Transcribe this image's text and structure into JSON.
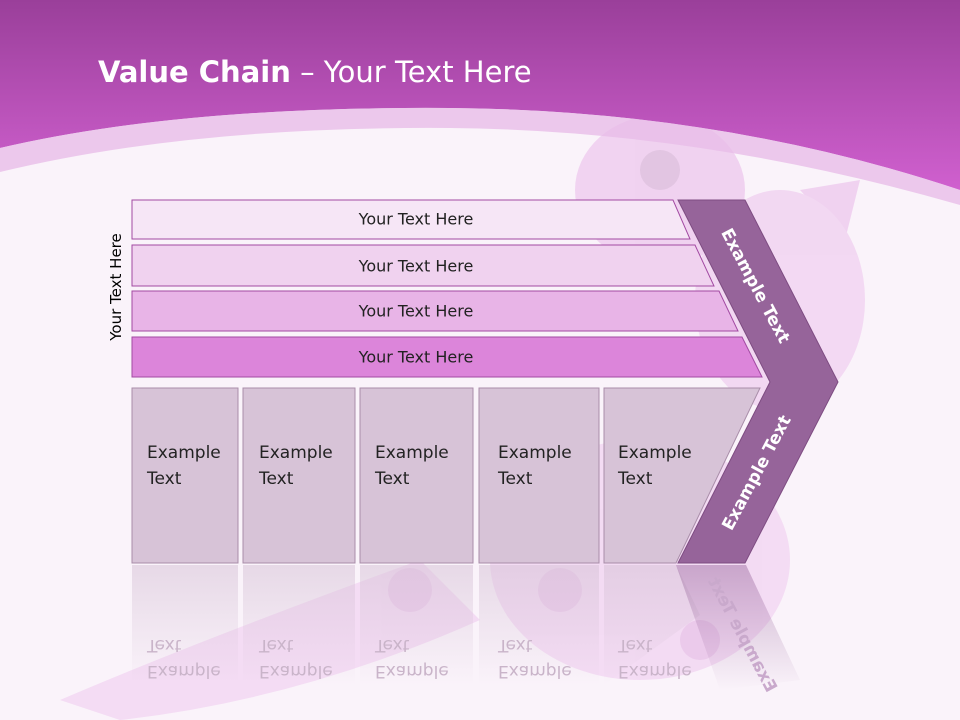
{
  "title": {
    "bold": "Value Chain",
    "rest": " – Your Text Here"
  },
  "side_label": "Your Text Here",
  "rows": [
    {
      "label": "Your Text Here"
    },
    {
      "label": "Your Text Here"
    },
    {
      "label": "Your Text Here"
    },
    {
      "label": "Your Text Here"
    }
  ],
  "boxes": [
    {
      "line1": "Example",
      "line2": "Text"
    },
    {
      "line1": "Example",
      "line2": "Text"
    },
    {
      "line1": "Example",
      "line2": "Text"
    },
    {
      "line1": "Example",
      "line2": "Text"
    },
    {
      "line1": "Example",
      "line2": "Text"
    }
  ],
  "arrow": {
    "upper": "Example Text",
    "lower": "Example Text"
  },
  "colors": {
    "header": "#c455c4",
    "row1": "#f6e6f6",
    "row2": "#f0d2ef",
    "row3": "#e8b4e7",
    "row4": "#dc85da",
    "box": "#d7c3d7",
    "arrow": "#96649a"
  }
}
